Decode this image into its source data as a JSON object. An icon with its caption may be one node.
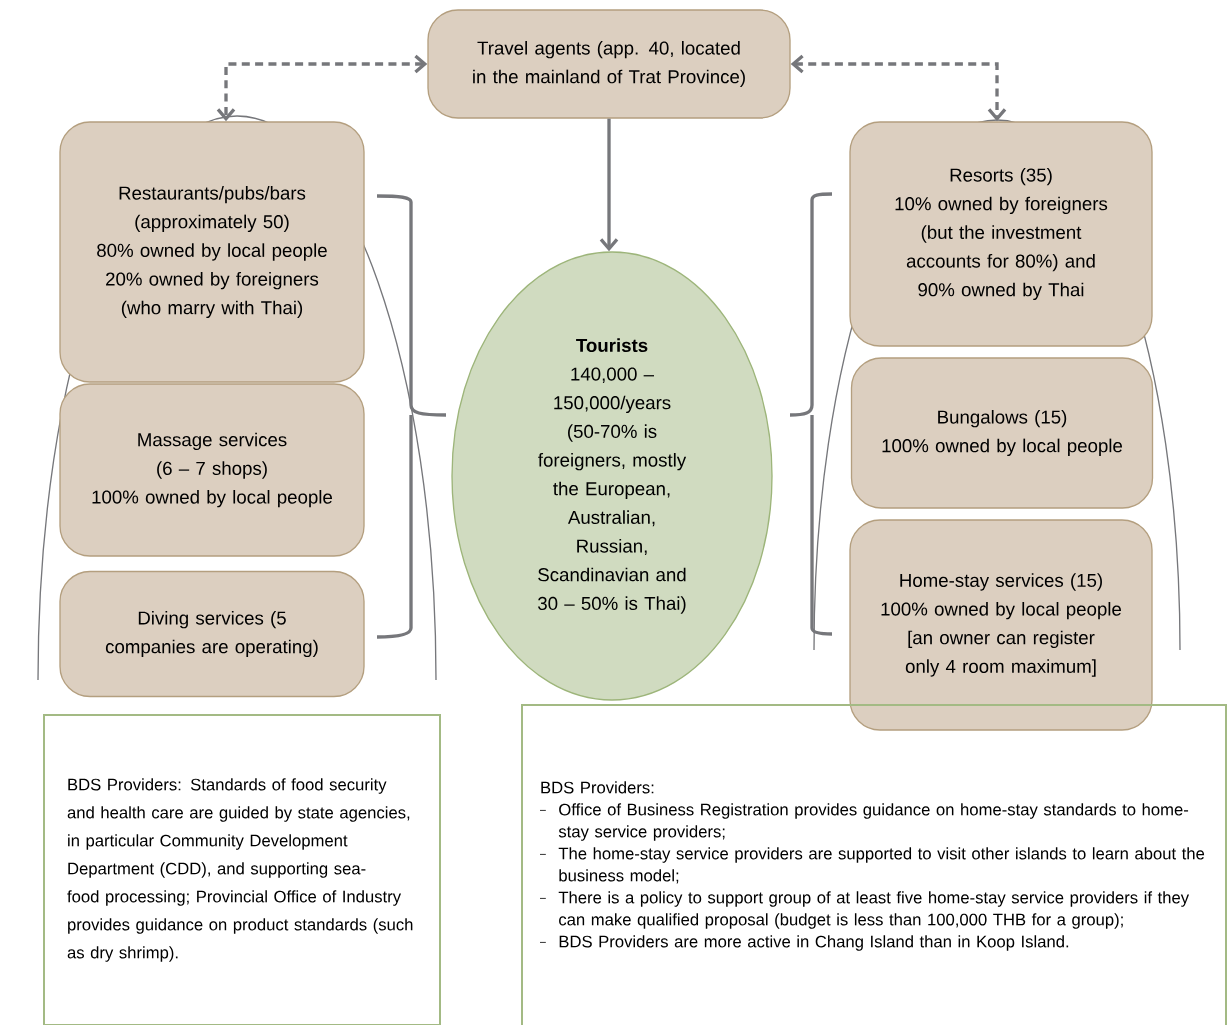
{
  "diagram": {
    "nodes": [
      {
        "text": [
          "Travel agents (app. 40, located in the mainland of Trat Province)"
        ]
      },
      {
        "text": [
          "Restaurants/pubs/bars (approximately 50)",
          "80% owned by local people",
          "20% owned by foreigners (who marry with Thai)"
        ]
      },
      {
        "text": [
          "Massage services (6 – 7 shops)",
          "100% owned by local people"
        ]
      },
      {
        "text": [
          "Diving services (5 companies are operating)"
        ]
      },
      {
        "text": [
          "Tourists",
          "140,000 – 150,000/years (50-70% is foreigners, mostly the European, Australian, Russian, Scandinavian and 30 – 50% is Thai)"
        ]
      },
      {
        "text": [
          "Resorts (35)",
          "10% owned by foreigners (but the investment accounts for 80%) and 90% owned by Thai"
        ]
      },
      {
        "text": [
          "Bungalows (15)",
          "100% owned by local people"
        ]
      },
      {
        "text": [
          "Home-stay services (15)",
          "100% owned by local people [an owner can register only 4 room maximum]"
        ]
      },
      {
        "text": [
          "BDS Providers: Standards of food security and health care are guided by state agencies, in particular Community Development Department (CDD), and  supporting sea-food processing; Provincial Office of Industry provides guidance on product standards (such as dry shrimp)."
        ]
      },
      {
        "text": [
          "BDS Providers:",
          "Office of Business Registration provides guidance on home-stay standards to home-stay service providers;",
          "The home-stay service providers are supported to visit other islands to learn about the business model;",
          "There is a policy to support group of at least five home-stay service providers if they can make qualified proposal (budget is less than 100,000 THB for a group);",
          "BDS Providers are more active in Chang Island than in Koop Island."
        ]
      }
    ],
    "edges": [
      {
        "from": 0,
        "to": 1,
        "arrow": "both",
        "style": "dashed"
      },
      {
        "from": 0,
        "to": 5,
        "arrow": "both",
        "style": "dashed"
      },
      {
        "from": 0,
        "to": 4,
        "arrow": "to"
      }
    ]
  }
}
